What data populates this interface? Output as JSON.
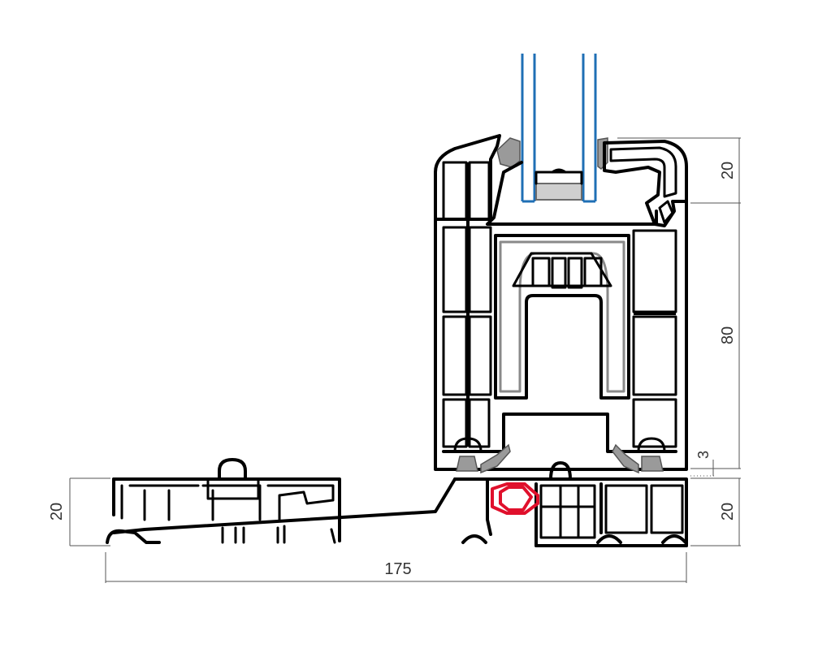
{
  "dimensions": {
    "overall_width": "175",
    "sash_top": "20",
    "sash_middle": "80",
    "sash_gap": "3",
    "frame_right": "20",
    "sill_left": "20"
  },
  "colors": {
    "profile_outline": "#000000",
    "reinforcement": "#8a8a8a",
    "glazing": "#1f6fb5",
    "thermal_insert": "#e0102c"
  }
}
